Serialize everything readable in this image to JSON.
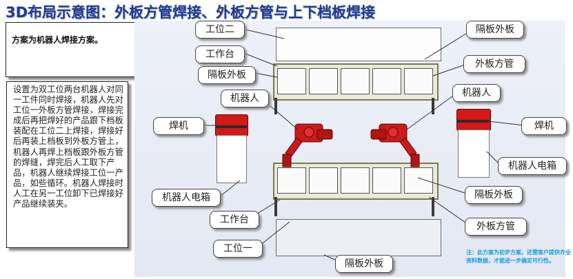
{
  "title": "3D布局示意图：外板方管焊接、外板方管与上下档板焊接",
  "summary": "方案为机器人焊接方案。",
  "description": "设置为双工位两台机器人对同一工件同时焊接，机器人先对工位一外板方管焊接，焊接完成后再把焊好的产品跟下档板装配在工位二上焊接，焊接好后再装上档板到外板方管上，机器人再焊上档板跟外板方管的焊缝，焊完后人工取下产品，机器人继续焊接工位一产品，如些循环。机器人焊接时人工在另一工位卸下已焊接好产品继续装夹。",
  "labels": {
    "station2": "工位二",
    "worktable_top": "工作台",
    "partition_outer_left": "隔板外板",
    "robot_left": "机器人",
    "welder_left": "焊机",
    "robot_cabinet_left": "机器人电箱",
    "worktable_bottom": "工作台",
    "station1": "工位一",
    "partition_outer_bottom": "隔板外板",
    "partition_outer_top_right": "隔板外板",
    "outer_tube_top": "外板方管",
    "robot_right": "机器人",
    "welder_right": "焊机",
    "robot_cabinet_right": "机器人电箱",
    "partition_outer_mid_right": "隔板外板",
    "outer_tube_bottom": "外板方管"
  },
  "note": "注：此方案为初步方案，还需客户提供齐全资料数据，才能进一步确定可行性。",
  "colors": {
    "title": "#1f3b8f",
    "note": "#1aa0d8",
    "robot": "#cc1a1a",
    "frame": "#7a7a4a"
  }
}
